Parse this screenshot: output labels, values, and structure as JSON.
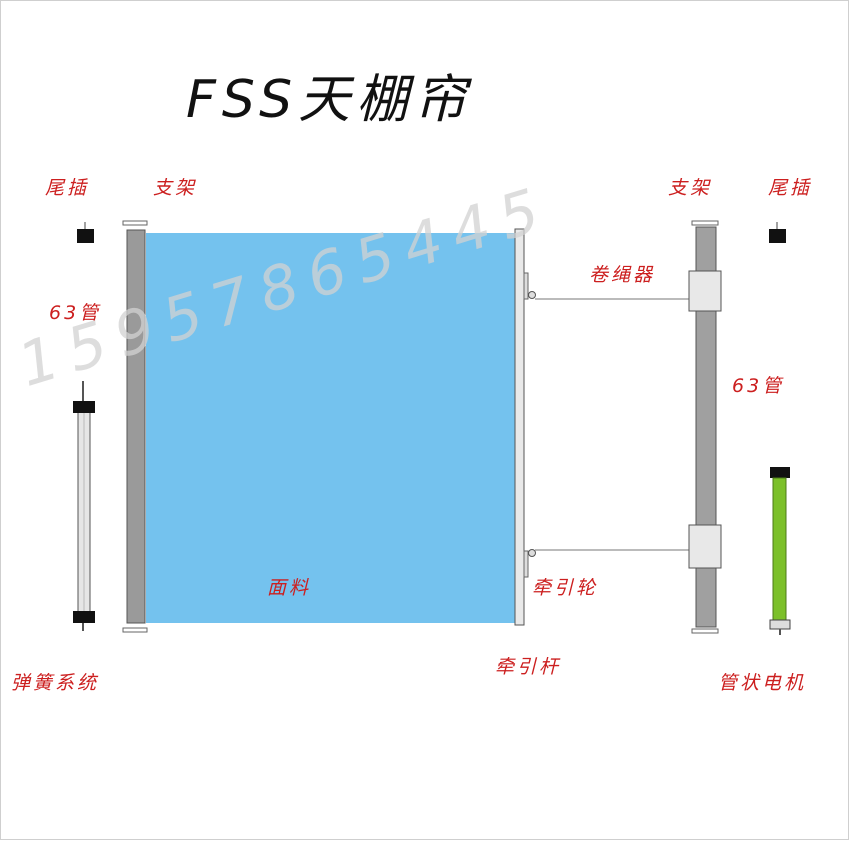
{
  "title": "FSS天棚帘",
  "labels": {
    "tail_plug_left": "尾插",
    "bracket_left": "支架",
    "bracket_right": "支架",
    "tail_plug_right": "尾插",
    "tube_63_left": "63管",
    "tube_63_right": "63管",
    "rope_winder": "卷绳器",
    "fabric": "面料",
    "traction_wheel": "牵引轮",
    "traction_rod": "牵引杆",
    "spring_system": "弹簧系统",
    "tubular_motor": "管状电机"
  },
  "watermark": "15957865445",
  "colors": {
    "fabric": "#74c2ee",
    "label_red": "#cc1f1f",
    "tube_gray": "#a0a0a0",
    "motor_green": "#7cc02a"
  }
}
